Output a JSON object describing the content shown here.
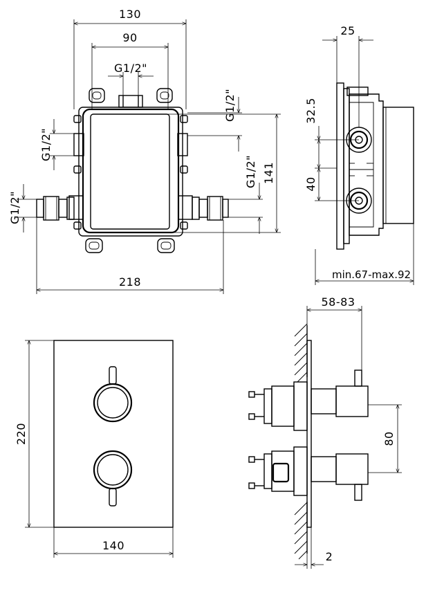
{
  "drawing": {
    "top_view": {
      "width_outer": "130",
      "width_inner": "90",
      "top_thread": "G1/2\"",
      "right_thread_upper": "G1/2\"",
      "right_thread_lower": "G1/2\"",
      "left_thread_upper": "G1/2\"",
      "left_thread_lower": "G1/2\"",
      "height": "141",
      "overall_width": "218"
    },
    "side_view": {
      "depth": "25",
      "spacing_upper": "32.5",
      "spacing_lower": "40",
      "install_depth": "min.67-max.92"
    },
    "front_plate": {
      "height": "220",
      "width": "140"
    },
    "section_view": {
      "projection": "58-83",
      "knob_spacing": "80",
      "plate_thickness": "2"
    }
  }
}
